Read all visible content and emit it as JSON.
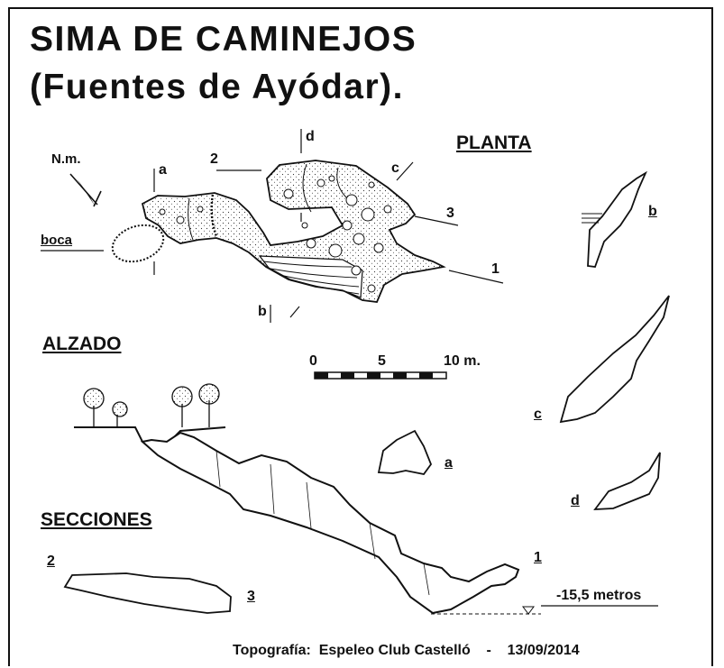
{
  "title": {
    "line1": "SIMA DE CAMINEJOS",
    "line2": "(Fuentes de Ayódar)."
  },
  "views": {
    "plan": "PLANTA",
    "elevation": "ALZADO",
    "sections": "SECCIONES"
  },
  "north": "N.m.",
  "entrance": "boca",
  "section_marks": {
    "a": "a",
    "b": "b",
    "c": "c",
    "d": "d",
    "n1": "1",
    "n2": "2",
    "n3": "3"
  },
  "scale": {
    "t0": "0",
    "t5": "5",
    "t10": "10 m."
  },
  "depth": "-15,5 metros",
  "credit": "Topografía:  Espeleo Club Castelló    -    13/09/2014",
  "colors": {
    "ink": "#111111",
    "paper": "#ffffff"
  }
}
